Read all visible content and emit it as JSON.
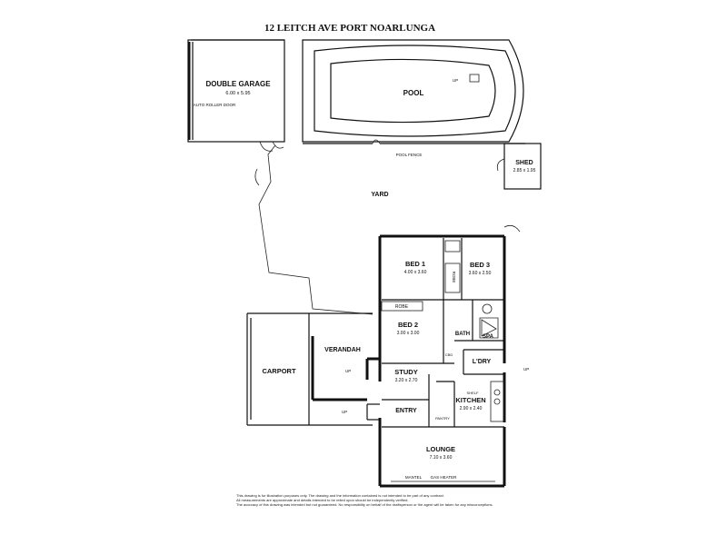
{
  "title": "12 LEITCH AVE PORT NOARLUNGA",
  "rooms": {
    "garage": {
      "name": "DOUBLE GARAGE",
      "dims": "6.00 x 5.95",
      "note": "AUTO ROLLER DOOR"
    },
    "pool": {
      "name": "POOL",
      "up": "UP",
      "fence": "POOL FENCE"
    },
    "shed": {
      "name": "SHED",
      "dims": "2.85 x 1.95"
    },
    "yard": {
      "name": "YARD"
    },
    "bed1": {
      "name": "BED 1",
      "dims": "4.00 x 3.60"
    },
    "bed3": {
      "name": "BED 3",
      "dims": "3.60 x 2.50"
    },
    "robe_vertical": "ROBE",
    "robe": "ROBE",
    "bed2": {
      "name": "BED 2",
      "dims": "3.00 x 3.00"
    },
    "bath": "BATH",
    "spa": "SPA",
    "cbd": "CBD",
    "ldry": "L'DRY",
    "verandah": "VERANDAH",
    "carport": "CARPORT",
    "study": {
      "name": "STUDY",
      "dims": "3.20 x 2.70"
    },
    "kitchen": {
      "name": "KITCHEN",
      "dims": "2.90 x 2.40"
    },
    "shelf": "SHELF",
    "entry": "ENTRY",
    "pantry": "PANTRY",
    "lounge": {
      "name": "LOUNGE",
      "dims": "7.10 x 3.60"
    },
    "mantel": "MANTEL",
    "gas_heater": "GAS HEATER"
  },
  "markers": {
    "up_verandah": "UP",
    "up_entry": "UP",
    "up_ldry": "UP"
  },
  "disclaimer": [
    "This drawing is for illustration purposes only. The drawing and the information contained is not intended to be part of any contract.",
    "All measurements are approximate and details intended to be relied upon should be independently verified.",
    "The accuracy of this drawing was intended but not guaranteed. No responsibility on behalf of the draftsperson or the agent will be taken for any misconceptions."
  ]
}
